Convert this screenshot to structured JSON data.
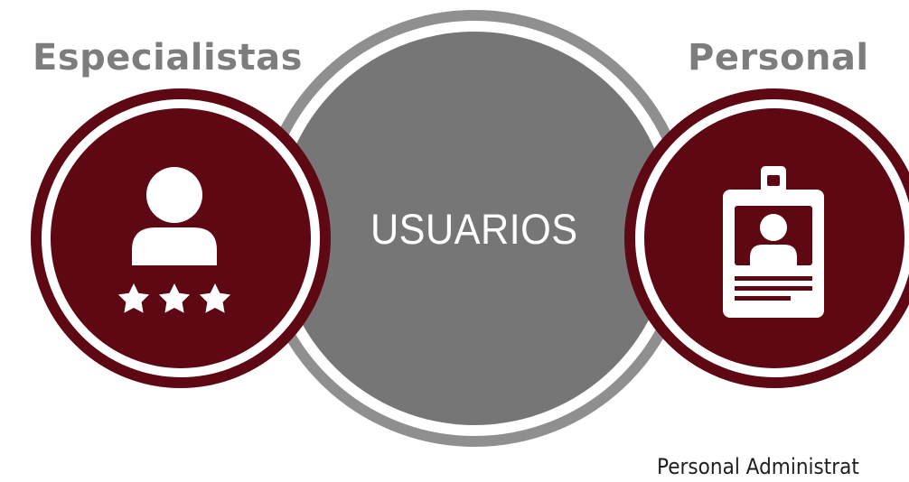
{
  "headings": {
    "left": "Especialistas",
    "right": "Personal"
  },
  "center": {
    "label": "USUARIOS"
  },
  "footer": {
    "label": "Personal Administrat"
  },
  "icons": {
    "left": "specialist-rating-icon",
    "right": "id-badge-icon"
  },
  "colors": {
    "maroon": "#5e0813",
    "grey": "#767676",
    "grey_light": "#8f8f8f",
    "heading": "#7d7d7d",
    "icon": "#ffffff"
  }
}
